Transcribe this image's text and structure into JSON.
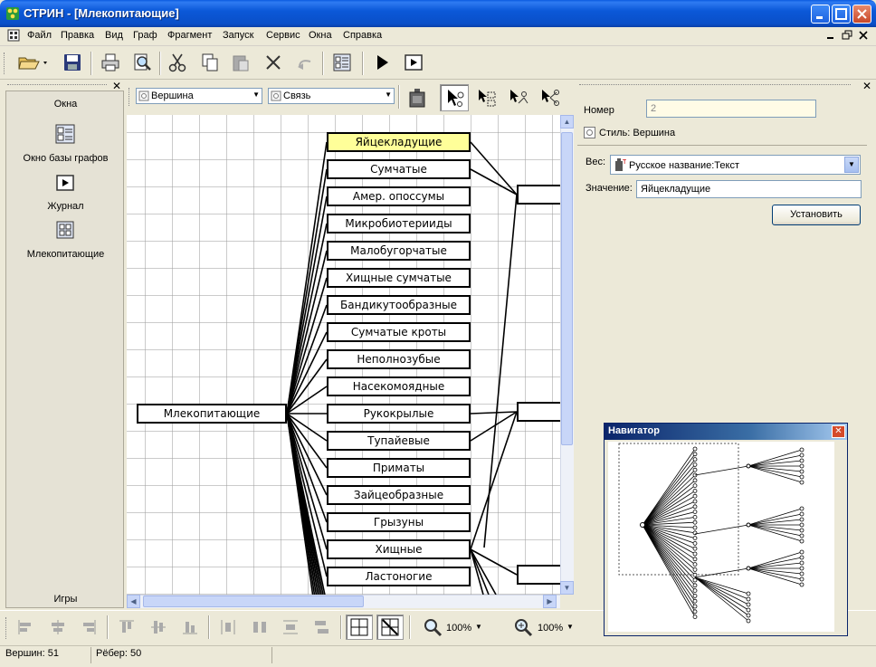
{
  "window": {
    "title": "СТРИН - [Млекопитающие]"
  },
  "menu": [
    "Файл",
    "Правка",
    "Вид",
    "Граф",
    "Фрагмент",
    "Запуск",
    "Сервис",
    "Окна",
    "Справка"
  ],
  "left_panel": {
    "header": "Окна",
    "items": [
      "Окно базы графов",
      "Журнал",
      "Млекопитающие"
    ],
    "footer": "Игры"
  },
  "graph_toolbar": {
    "vertex_style": "Вершина",
    "edge_style": "Связь"
  },
  "graph": {
    "root": "Млекопитающие",
    "children": [
      "Яйцекладущие",
      "Сумчатые",
      "Амер. опоссумы",
      "Микробиотерииды",
      "Малобугорчатые",
      "Хищные сумчатые",
      "Бандикутообразные",
      "Сумчатые кроты",
      "Неполнозубые",
      "Насекомоядные",
      "Рукокрылые",
      "Тупайевые",
      "Приматы",
      "Зайцеобразные",
      "Грызуны",
      "Хищные",
      "Ластоногие"
    ],
    "selected": "Яйцекладущие"
  },
  "properties": {
    "number_label": "Номер",
    "number_value": "2",
    "style_label": "Стиль: Вершина",
    "weight_label": "Вес:",
    "weight_value": "Русское название:Текст",
    "value_label": "Значение:",
    "value_value": "Яйцекладущие",
    "set_button": "Установить"
  },
  "bottom_toolbar": {
    "zoom1": "100%",
    "zoom2": "100%"
  },
  "status": {
    "vertices": "Вершин: 51",
    "edges": "Рёбер: 50"
  },
  "navigator": {
    "title": "Навигатор"
  }
}
